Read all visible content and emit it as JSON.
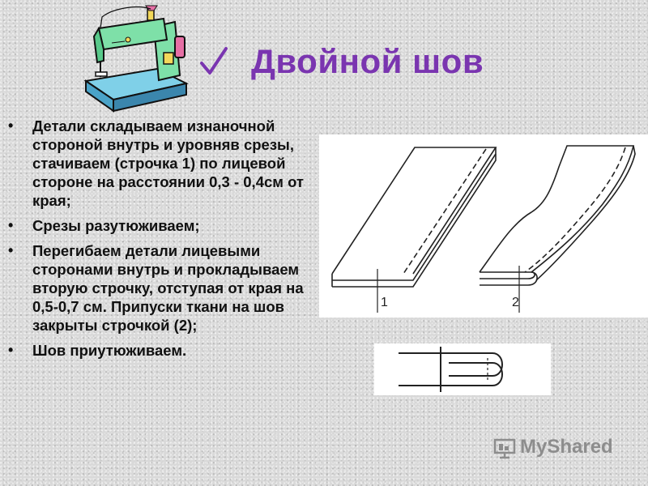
{
  "title": "Двойной шов",
  "bullets": [
    "Детали складываем изнаночной стороной внутрь и уровняв срезы, стачиваем (строчка 1) по лицевой стороне на расстоянии 0,3 - 0,4см от края;",
    "Срезы разутюживаем;",
    "Перегибаем  детали лицевыми сторонами внутрь и прокладываем вторую строчку, отступая от края на 0,5-0,7 см. Припуски ткани на шов закрыты  строчкой (2);",
    "Шов приутюживаем."
  ],
  "figure": {
    "label1": "1",
    "label2": "2"
  },
  "watermark": "MyShared",
  "icons": {
    "sewing_machine": "sewing-machine-icon",
    "check": "checkmark-icon",
    "watermark": "presentation-icon"
  },
  "colors": {
    "title": "#7a35b0",
    "check": "#7a35b0",
    "text": "#111111"
  }
}
